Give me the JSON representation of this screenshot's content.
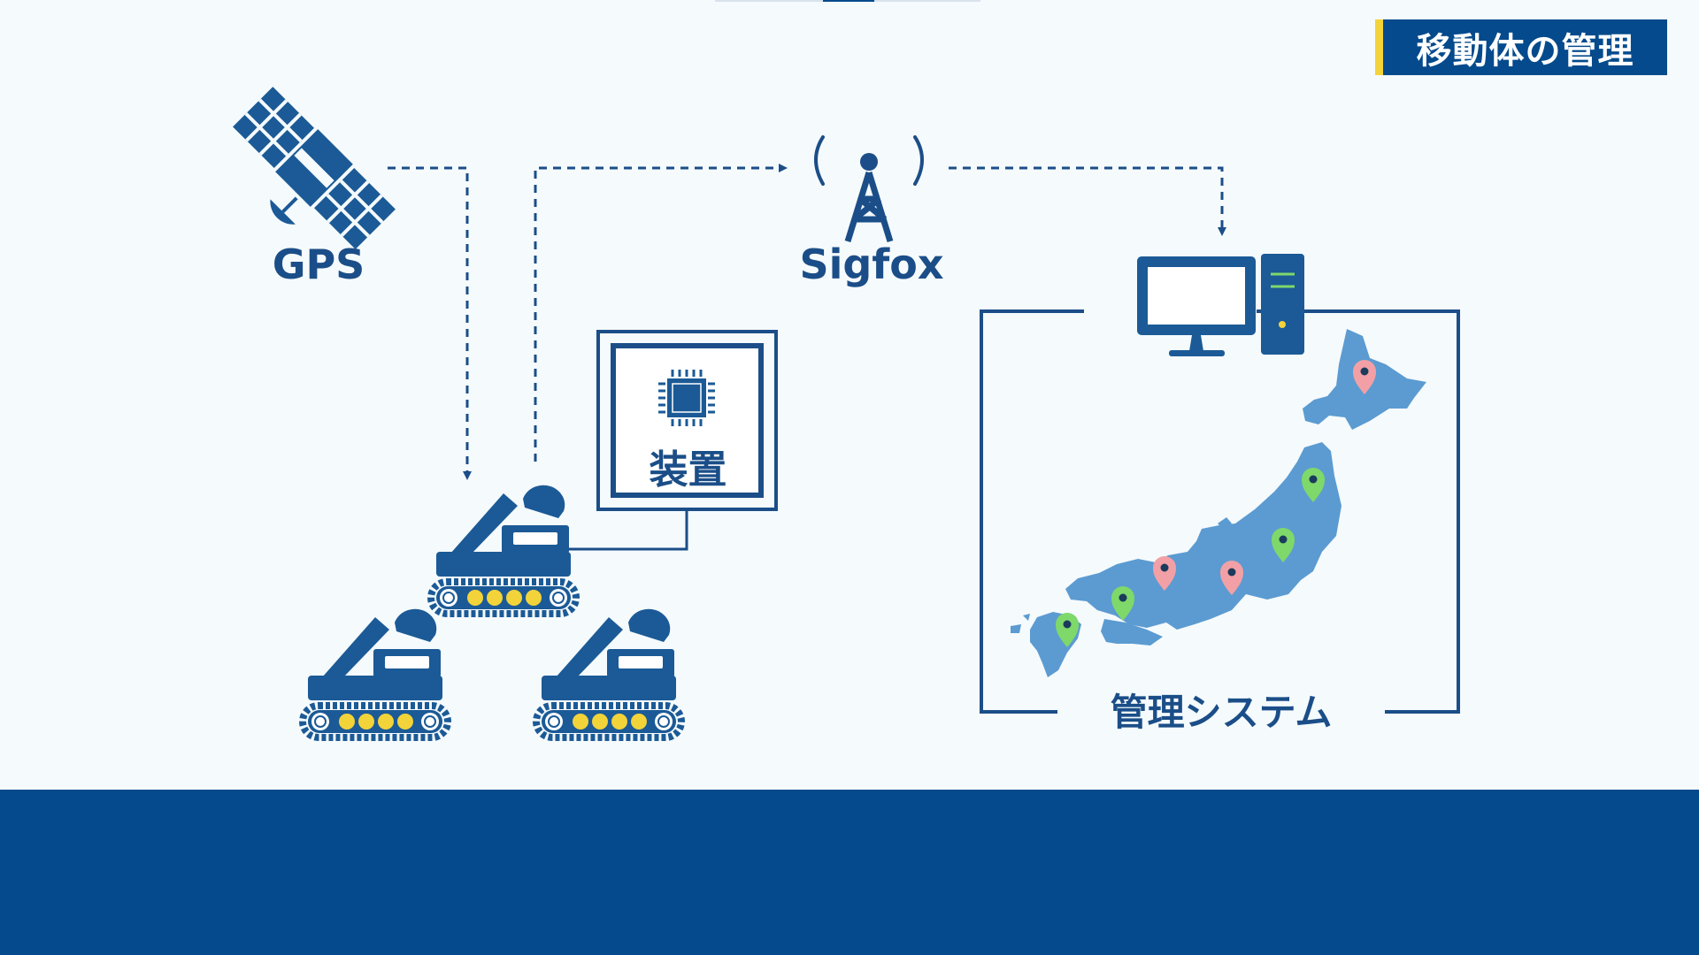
{
  "header": {
    "title_badge": "移動体の管理"
  },
  "nodes": {
    "gps_label": "GPS",
    "sigfox_label": "Sigfox",
    "device_label": "装置",
    "system_label": "管理システム"
  },
  "map_pins": {
    "colors": [
      "pink",
      "green",
      "green",
      "pink",
      "pink",
      "green",
      "green"
    ]
  },
  "colors": {
    "primary": "#044a8c",
    "accent": "#f3d33a",
    "icon": "#1b5a96",
    "map": "#5b9bd1",
    "pin_pink": "#f2a0a6",
    "pin_green": "#7ed86a",
    "background": "#f5fafc"
  }
}
